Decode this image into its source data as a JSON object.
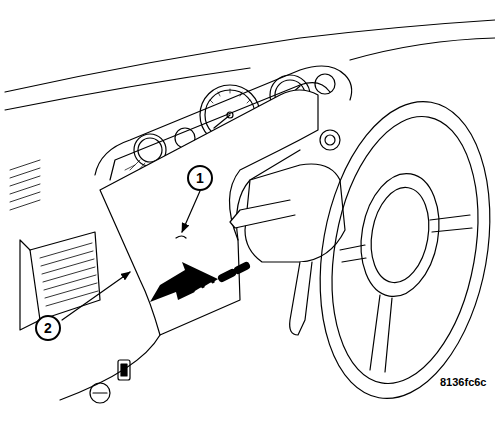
{
  "diagram": {
    "nodes": [
      {
        "text": [
          "1"
        ]
      },
      {
        "text": [
          "2"
        ]
      }
    ],
    "labels": [
      "8136fc6c"
    ]
  }
}
